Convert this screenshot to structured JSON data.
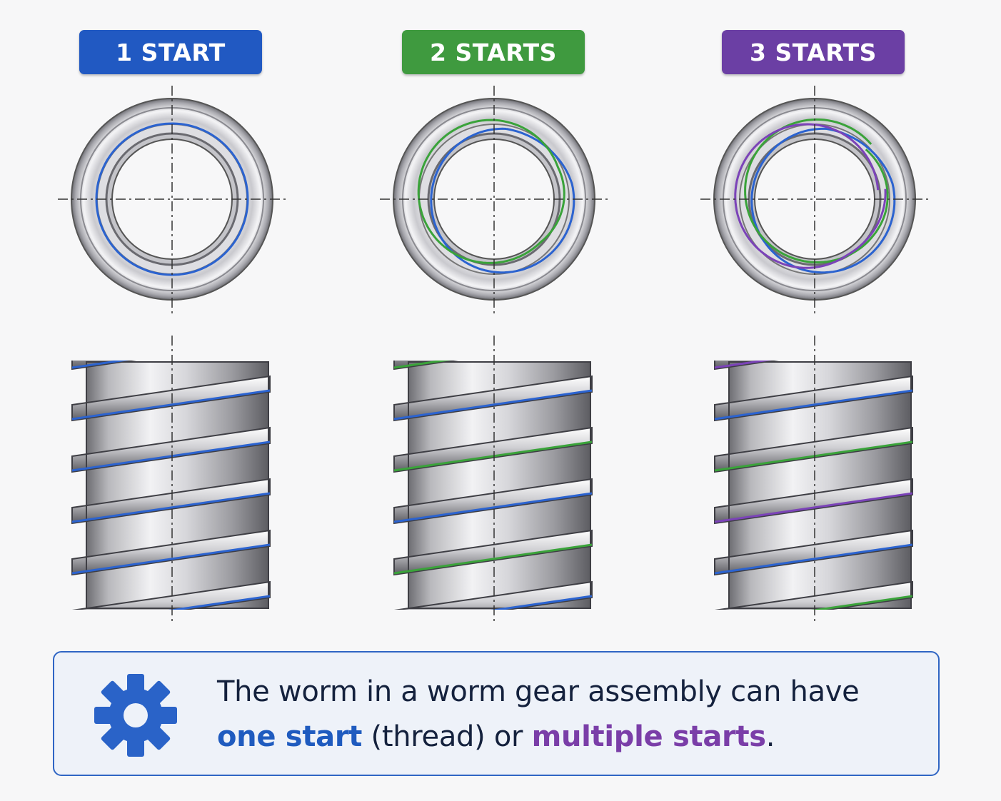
{
  "columns": [
    {
      "label": "1 START",
      "color": "#2159c2",
      "starts": 1
    },
    {
      "label": "2 STARTS",
      "color": "#3f9a3f",
      "starts": 2
    },
    {
      "label": "3 STARTS",
      "color": "#6b3fa4",
      "starts": 3
    }
  ],
  "thread_colors": [
    "#2b63d0",
    "#3aa33a",
    "#7b43b8"
  ],
  "info": {
    "icon": "gear-icon",
    "line1": "The worm in a worm gear assembly can have",
    "highlight_one": "one start",
    "middle": " (thread) or ",
    "highlight_multi": "multiple starts",
    "end": "."
  }
}
